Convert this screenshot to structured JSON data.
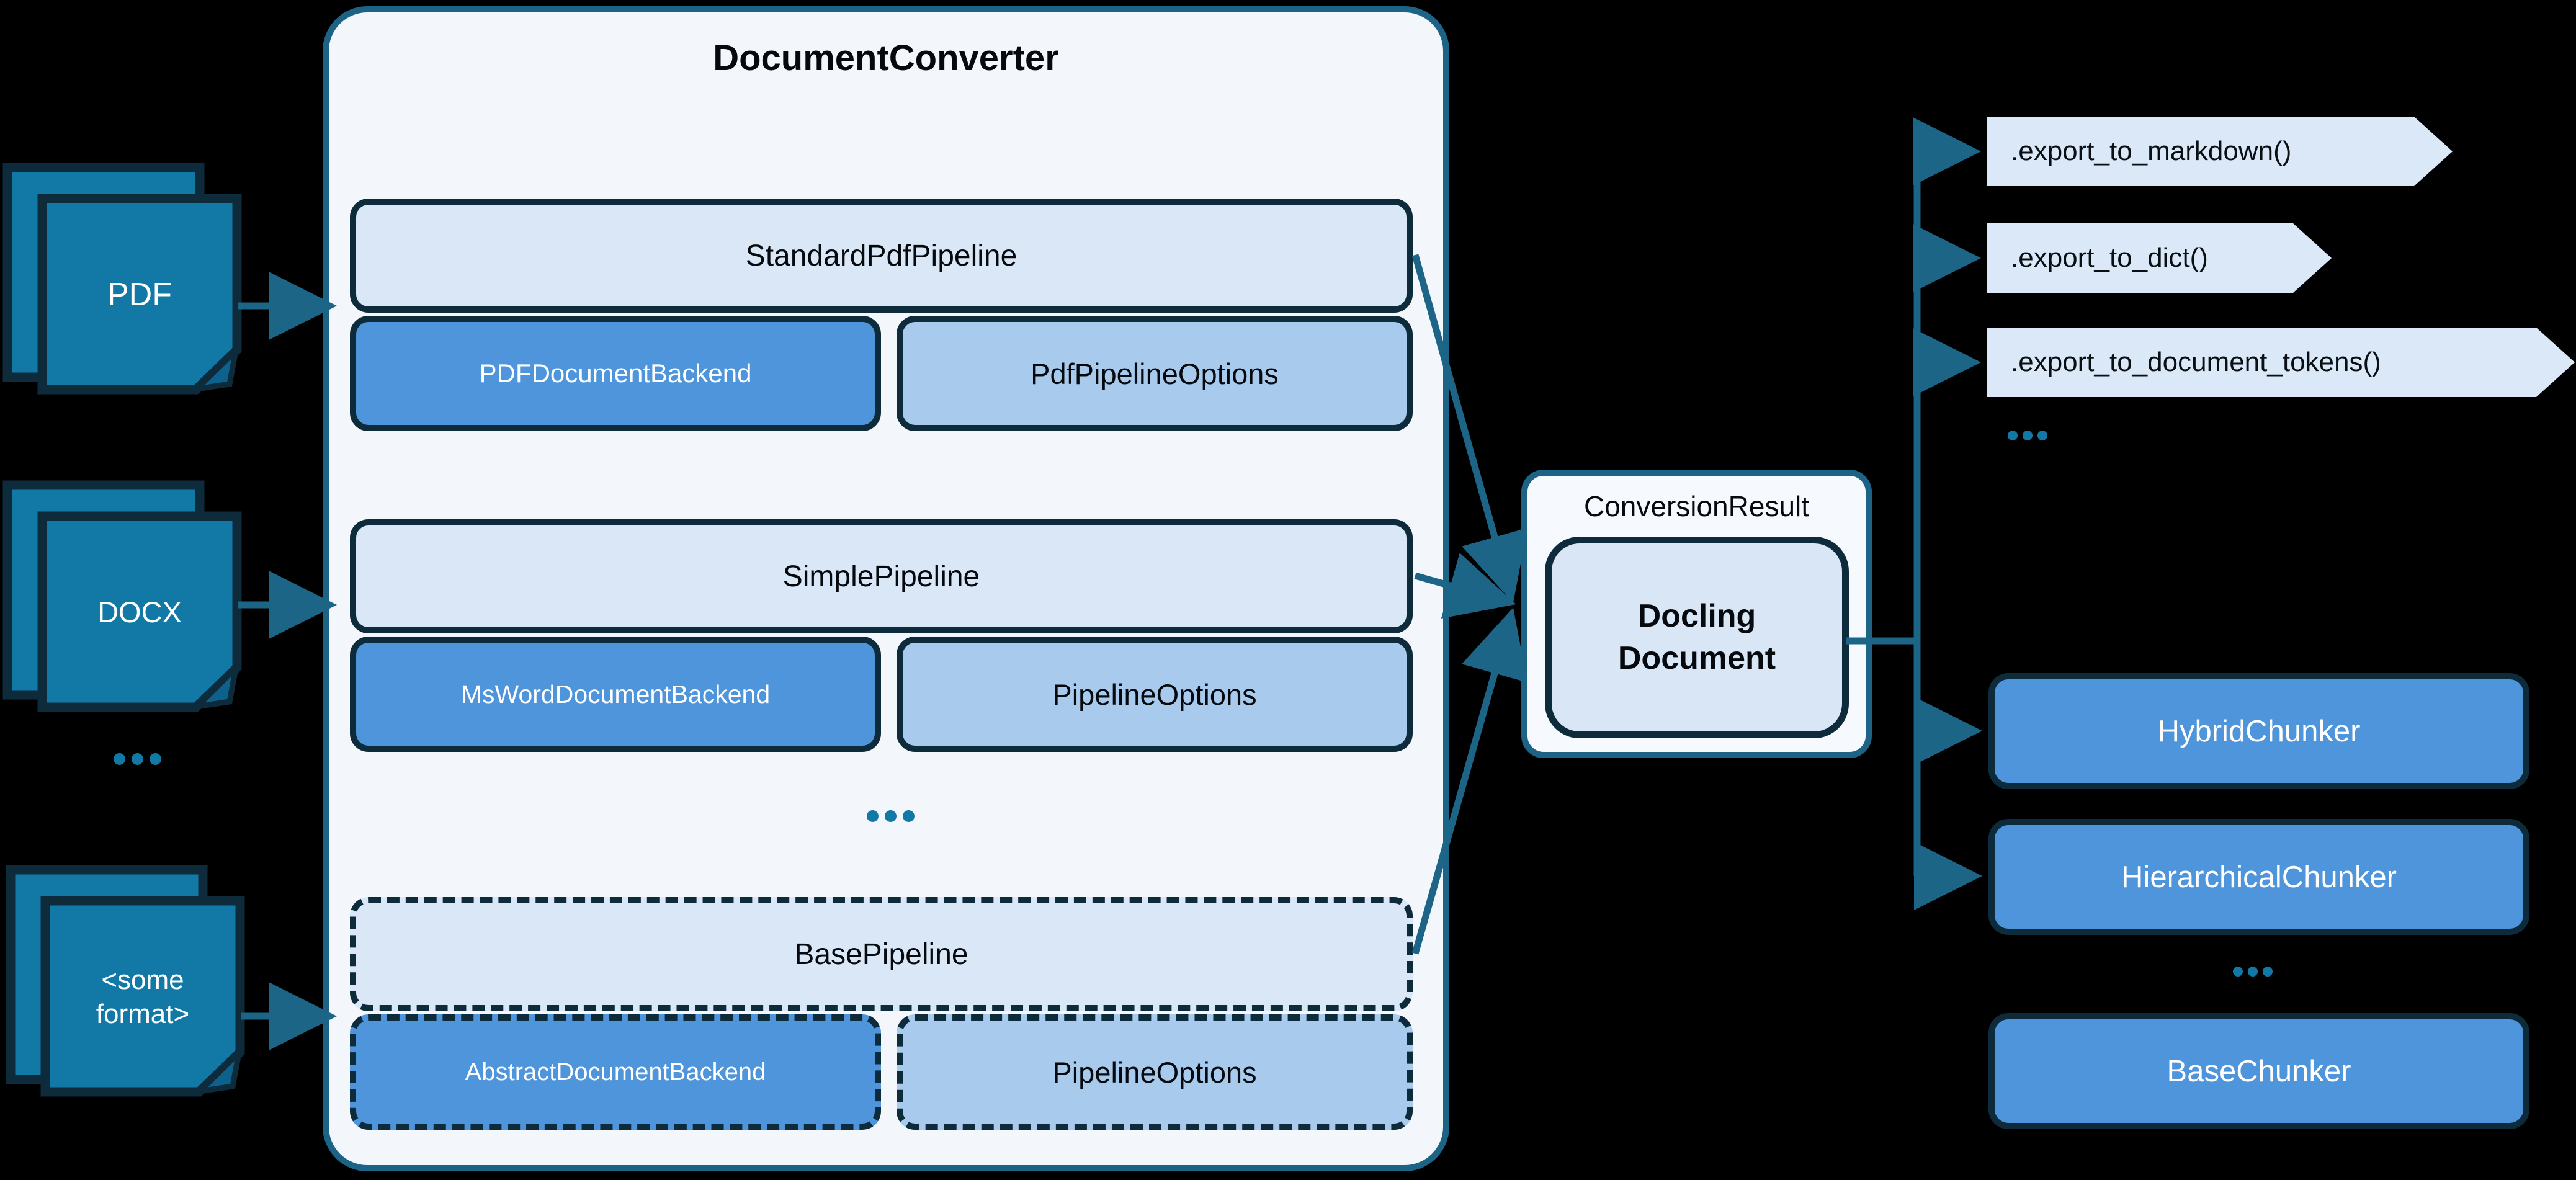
{
  "converter": {
    "title": "DocumentConverter",
    "ellipsis": "..."
  },
  "inputs": {
    "pdf": {
      "label": "PDF",
      "line1": "PDF",
      "line2": ""
    },
    "docx": {
      "label": "DOCX",
      "line1": "DOCX",
      "line2": ""
    },
    "some_format": {
      "label": "<some format>",
      "line1": "<some",
      "line2": "format>"
    },
    "ellipsis": "..."
  },
  "pipelines": [
    {
      "name": "StandardPdfPipeline",
      "backend": "PDFDocumentBackend",
      "options": "PdfPipelineOptions",
      "style": "solid"
    },
    {
      "name": "SimplePipeline",
      "backend": "MsWordDocumentBackend",
      "options": "PipelineOptions",
      "style": "solid"
    },
    {
      "name": "BasePipeline",
      "backend": "AbstractDocumentBackend",
      "options": "PipelineOptions",
      "style": "dashed"
    }
  ],
  "result": {
    "label": "ConversionResult",
    "doc_line1": "Docling",
    "doc_line2": "Document"
  },
  "exports": {
    "items": [
      ".export_to_markdown()",
      ".export_to_dict()",
      ".export_to_document_tokens()"
    ],
    "ellipsis": "..."
  },
  "chunkers": {
    "items": [
      {
        "name": "HybridChunker",
        "style": "solid"
      },
      {
        "name": "HierarchicalChunker",
        "style": "solid"
      },
      {
        "name": "BaseChunker",
        "style": "dashed"
      }
    ],
    "ellipsis": "..."
  },
  "colors": {
    "background": "#000000",
    "connector_teal": "#1D6587",
    "converter_border": "#1D6385",
    "converter_fill": "#F3F6FB",
    "dark_border": "#0E2B3C",
    "pipeline_fill": "#D9E7F6",
    "backend_fill": "#4E95DB",
    "options_fill": "#A8CAEC",
    "result_fill": "#F6F9FD",
    "docling_fill": "#D8E6F5",
    "export_fill": "#DAE8F8",
    "chunker_fill": "#4E95DB",
    "doc_icon_fill": "#1278A6",
    "dots_color": "#1278A6"
  }
}
